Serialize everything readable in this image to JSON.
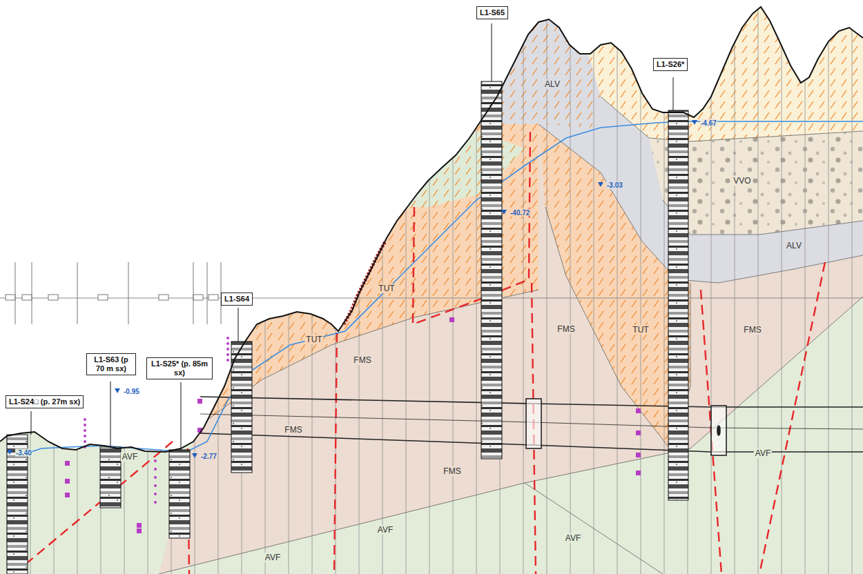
{
  "diagram": {
    "nodes": [
      {
        "text": [
          "L1-S24□ (p. 27m sx)"
        ]
      },
      {
        "text": [
          "L1-S63 (p 70 m sx)"
        ]
      },
      {
        "text": [
          "L1-S25* (p. 85m sx)"
        ]
      },
      {
        "text": [
          "L1-S64"
        ]
      },
      {
        "text": [
          "L1-S65"
        ]
      },
      {
        "text": [
          "L1-S26*"
        ]
      }
    ],
    "labels": [
      "ALV",
      "-4.67",
      "VVO",
      "-3.03",
      "-40.72",
      "ALV",
      "TUT",
      "FMS",
      "TUT",
      "FMS",
      "TUT",
      "FMS",
      "-0.95",
      "FMS",
      "-3.40",
      "-2.77",
      "AVF",
      "AVF",
      "FMS",
      "AVF",
      "AVF",
      "AVF"
    ]
  }
}
